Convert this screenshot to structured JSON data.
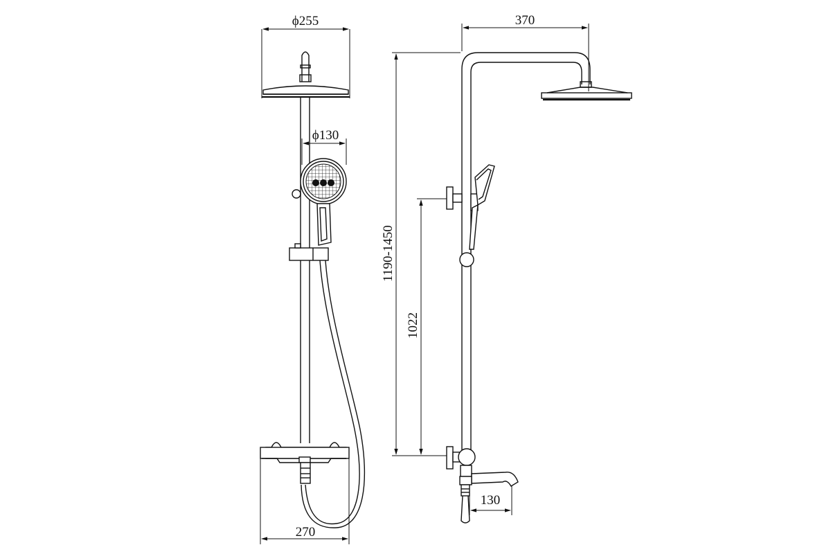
{
  "dimensions": {
    "overhead_diameter": "ϕ255",
    "handheld_diameter": "ϕ130",
    "bar_width": "270",
    "arm_reach": "370",
    "total_height": "1190-1450",
    "mixer_to_bracket": "1022",
    "spout_length": "130"
  }
}
